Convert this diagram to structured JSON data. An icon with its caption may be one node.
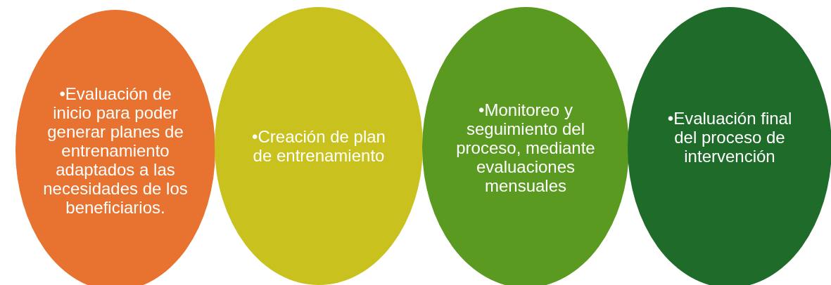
{
  "diagram": {
    "nodes": [
      {
        "text": [
          "•Evaluación de inicio para poder generar planes de entrenamiento adaptados a las necesidades de los beneficiarios."
        ]
      },
      {
        "text": [
          "•Creación de plan de entrenamiento"
        ]
      },
      {
        "text": [
          "•Monitoreo y seguimiento del proceso, mediante evaluaciones mensuales"
        ]
      },
      {
        "text": [
          "•Evaluación final del proceso de intervención"
        ]
      }
    ]
  }
}
